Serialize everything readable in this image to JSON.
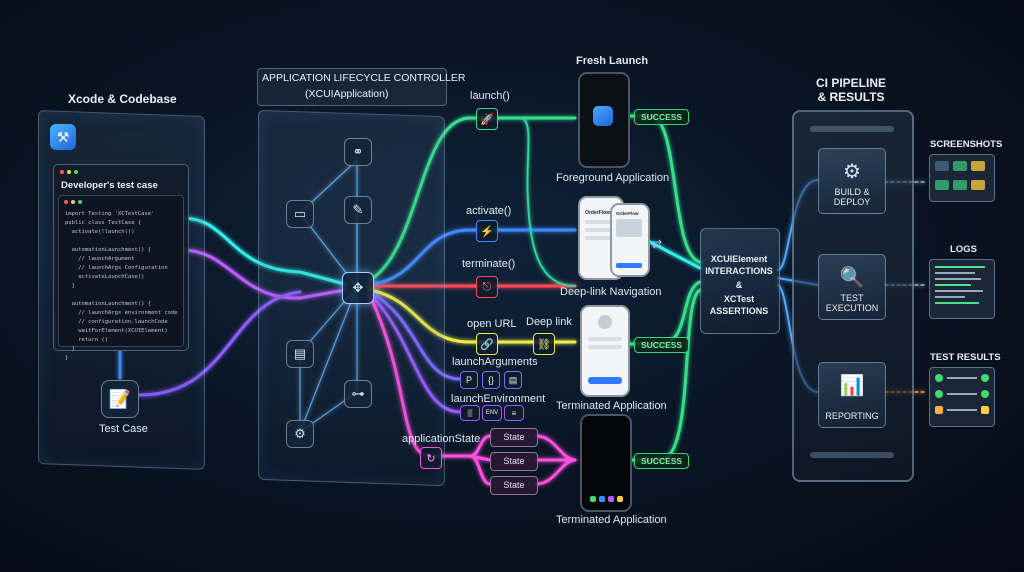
{
  "xcode": {
    "title": "Xcode & Codebase",
    "window_title": "Developer's test case",
    "code_lines": [
      "import Testing 'XCTestCase'",
      "public class TestCase {",
      "  activate(!launch())",
      "",
      "  automationLaunchment() {",
      "    // launchArgument",
      "    // launchArgs Configuration",
      "    activateLaunchCase()",
      "  }",
      "",
      "  automationLaunchment() {",
      "    // launchArgs environment code",
      "    // configuration.launchCode",
      "    waitForElement(XCUIElement)",
      "    return ()",
      "  }",
      "}"
    ],
    "test_case_label": "Test Case"
  },
  "controller": {
    "title_line1": "APPLICATION LIFECYCLE CONTROLLER",
    "title_line2": "(XCUIApplication)",
    "icons": [
      "link-icon",
      "document-icon",
      "window-icon",
      "move-icon",
      "console-icon",
      "connection-icon",
      "settings-icon"
    ]
  },
  "actions": {
    "launch": "launch()",
    "activate": "activate()",
    "terminate": "terminate()",
    "open_url": "open URL",
    "deep_link": "Deep link",
    "launch_arguments": "launchArguments",
    "launch_environment": "launchEnvironment",
    "application_state": "applicationState",
    "states": [
      "State",
      "State",
      "State"
    ],
    "arg_icons": [
      "P",
      "{}",
      "▤"
    ],
    "env_icons": [
      "▒",
      "ENV",
      "≡"
    ]
  },
  "screens": {
    "fresh_launch": "Fresh Launch",
    "foreground": "Foreground Application",
    "deep_link_nav": "Deep-link Navigation",
    "terminated_1": "Terminated Application",
    "terminated_2": "Terminated Application",
    "app_name_1": "OrderFlow",
    "app_name_2": "OrderFlow"
  },
  "success": [
    "SUCCESS",
    "SUCCESS",
    "SUCCESS"
  ],
  "assertions": {
    "line1": "XCUIElement",
    "line2": "INTERACTIONS",
    "line3": "&",
    "line4": "XCTest",
    "line5": "ASSERTIONS"
  },
  "ci": {
    "title_line1": "CI PIPELINE",
    "title_line2": "& RESULTS",
    "build_line1": "BUILD &",
    "build_line2": "DEPLOY",
    "test_line1": "TEST",
    "test_line2": "EXECUTION",
    "reporting": "REPORTING"
  },
  "results": {
    "screenshots": "SCREENSHOTS",
    "logs": "LOGS",
    "test_results": "TEST RESULTS"
  },
  "colors": {
    "green": "#35e08a",
    "cyan": "#2ff0e8",
    "blue": "#3d8cff",
    "red": "#ff4a55",
    "yellow": "#f2ec48",
    "purple": "#a95cff",
    "magenta": "#ff4fe0"
  }
}
